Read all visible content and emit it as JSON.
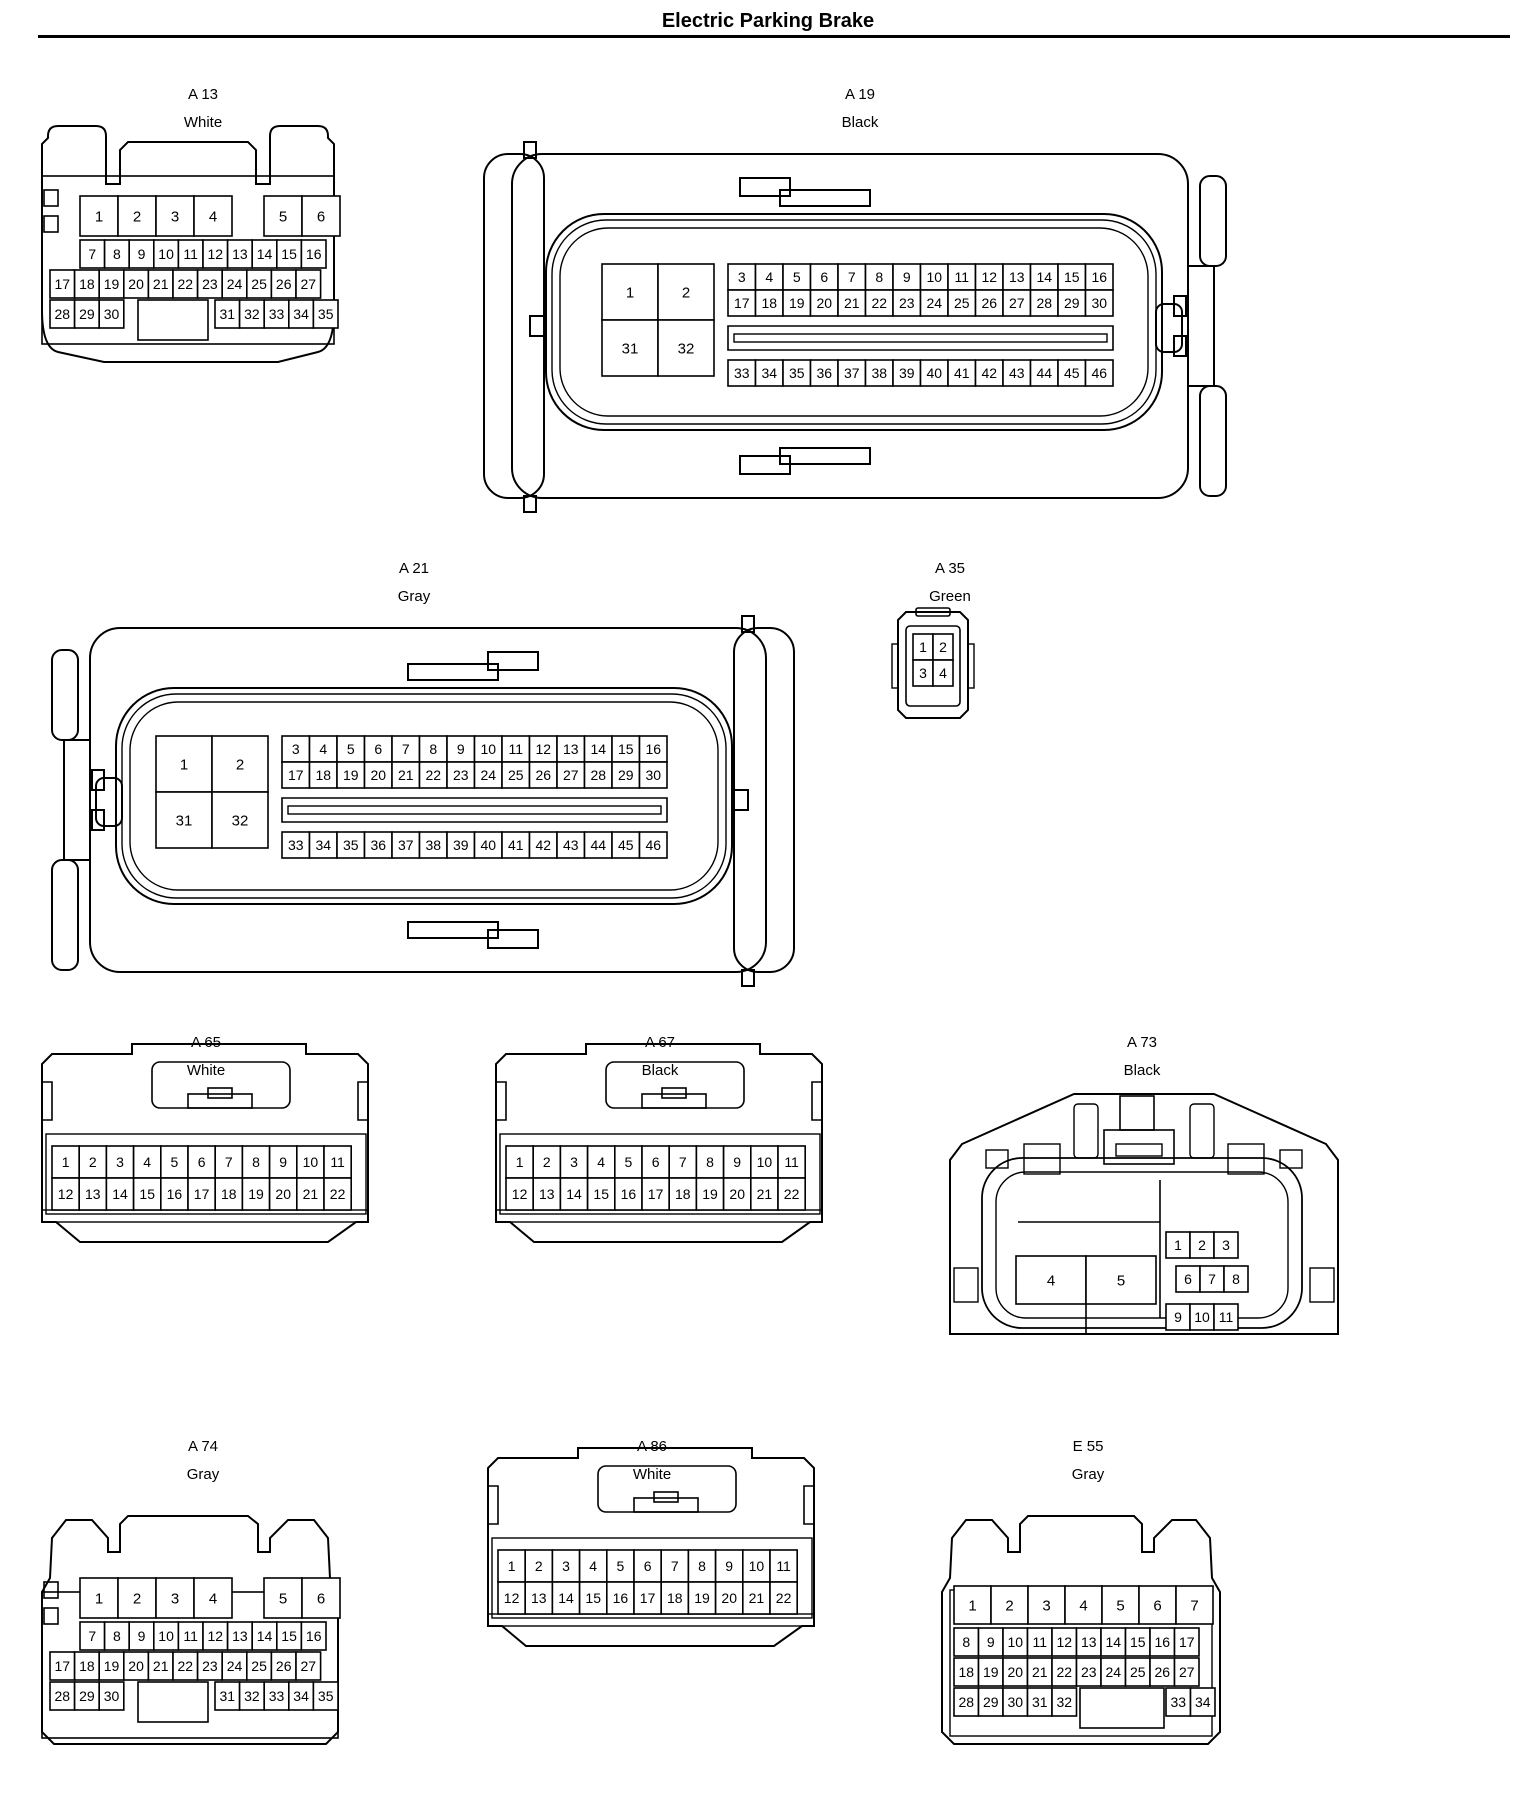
{
  "title": "Electric Parking Brake",
  "connectors": {
    "a13": {
      "id": "A 13",
      "color": "White"
    },
    "a19": {
      "id": "A 19",
      "color": "Black"
    },
    "a21": {
      "id": "A 21",
      "color": "Gray"
    },
    "a35": {
      "id": "A 35",
      "color": "Green"
    },
    "a65": {
      "id": "A 65",
      "color": "White"
    },
    "a67": {
      "id": "A 67",
      "color": "Black"
    },
    "a73": {
      "id": "A 73",
      "color": "Black"
    },
    "a74": {
      "id": "A 74",
      "color": "Gray"
    },
    "a86": {
      "id": "A 86",
      "color": "White"
    },
    "e55": {
      "id": "E 55",
      "color": "Gray"
    }
  }
}
